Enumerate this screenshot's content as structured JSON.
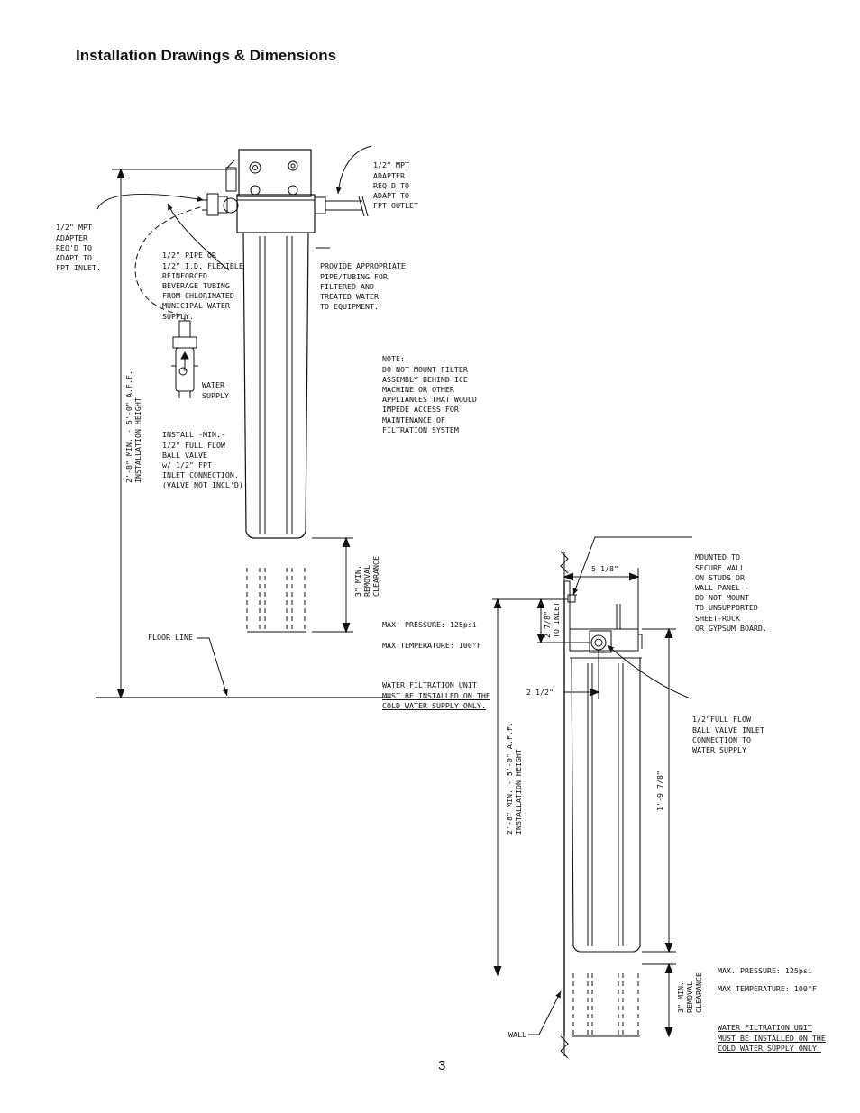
{
  "page": {
    "title": "Installation Drawings & Dimensions",
    "page_number": "3"
  },
  "drawing1": {
    "adapter_outlet": [
      "1/2\" MPT",
      "ADAPTER",
      "REQ'D TO",
      "ADAPT TO",
      "FPT OUTLET"
    ],
    "adapter_inlet": [
      "1/2\" MPT",
      "ADAPTER",
      "REQ'D TO",
      "ADAPT TO",
      "FPT INLET."
    ],
    "pipe_note": [
      "1/2\" PIPE OR",
      "1/2\" I.D. FLEXIBLE",
      "REINFORCED",
      "BEVERAGE TUBING",
      "FROM CHLORINATED",
      "MUNICIPAL WATER",
      "SUPPLY."
    ],
    "provide_note": [
      "PROVIDE APPROPRIATE",
      "PIPE/TUBING FOR",
      "FILTERED AND",
      "TREATED WATER",
      "TO EQUIPMENT."
    ],
    "mount_note": [
      "NOTE:",
      "DO NOT MOUNT FILTER",
      "ASSEMBLY BEHIND ICE",
      "MACHINE OR OTHER",
      "APPLIANCES THAT WOULD",
      "IMPEDE ACCESS FOR",
      "MAINTENANCE OF",
      "FILTRATION SYSTEM"
    ],
    "water_supply": [
      "WATER",
      "SUPPLY"
    ],
    "valve_note": [
      "INSTALL -MIN.-",
      "1/2\" FULL FLOW",
      "BALL VALVE",
      "w/ 1/2\" FPT",
      "INLET CONNECTION.",
      "(VALVE NOT INCL'D)"
    ],
    "install_height": [
      "2'-8\" MIN. - 5'-0\" A.F.F.",
      "INSTALLATION HEIGHT"
    ],
    "removal_clearance": [
      "3\" MIN.",
      "REMOVAL",
      "CLEARANCE"
    ],
    "floor_line": "FLOOR LINE",
    "max_pressure": "MAX. PRESSURE: 125psi",
    "max_temperature": "MAX TEMPERATURE: 100°F",
    "cold_water": [
      "WATER FILTRATION UNIT",
      "MUST BE INSTALLED ON THE",
      "COLD WATER SUPPLY ONLY."
    ]
  },
  "drawing2": {
    "mounted_note": [
      "MOUNTED TO",
      "SECURE WALL",
      "ON STUDS OR",
      "WALL PANEL -",
      "DO NOT MOUNT",
      "TO UNSUPPORTED",
      "SHEET-ROCK",
      "OR GYPSUM BOARD."
    ],
    "dim_5_1_8": "5 1/8\"",
    "dim_to_inlet": [
      "2 7/8\"",
      "TO INLET"
    ],
    "dim_2_1_2": "2 1/2\"",
    "ball_valve_note": [
      "1/2\"FULL FLOW",
      "BALL VALVE INLET",
      "CONNECTION TO",
      "WATER SUPPLY"
    ],
    "install_height": [
      "2'-8\" MIN. - 5'-0\" A.F.F.",
      "INSTALLATION HEIGHT"
    ],
    "dim_1_9_7_8": "1'-9 7/8\"",
    "removal_clearance": [
      "3\" MIN.",
      "REMOVAL",
      "CLEARANCE"
    ],
    "max_pressure": "MAX. PRESSURE: 125psi",
    "max_temperature": "MAX TEMPERATURE: 100°F",
    "cold_water": [
      "WATER FILTRATION UNIT",
      "MUST BE INSTALLED ON THE",
      "COLD WATER SUPPLY ONLY."
    ],
    "wall": "WALL"
  }
}
